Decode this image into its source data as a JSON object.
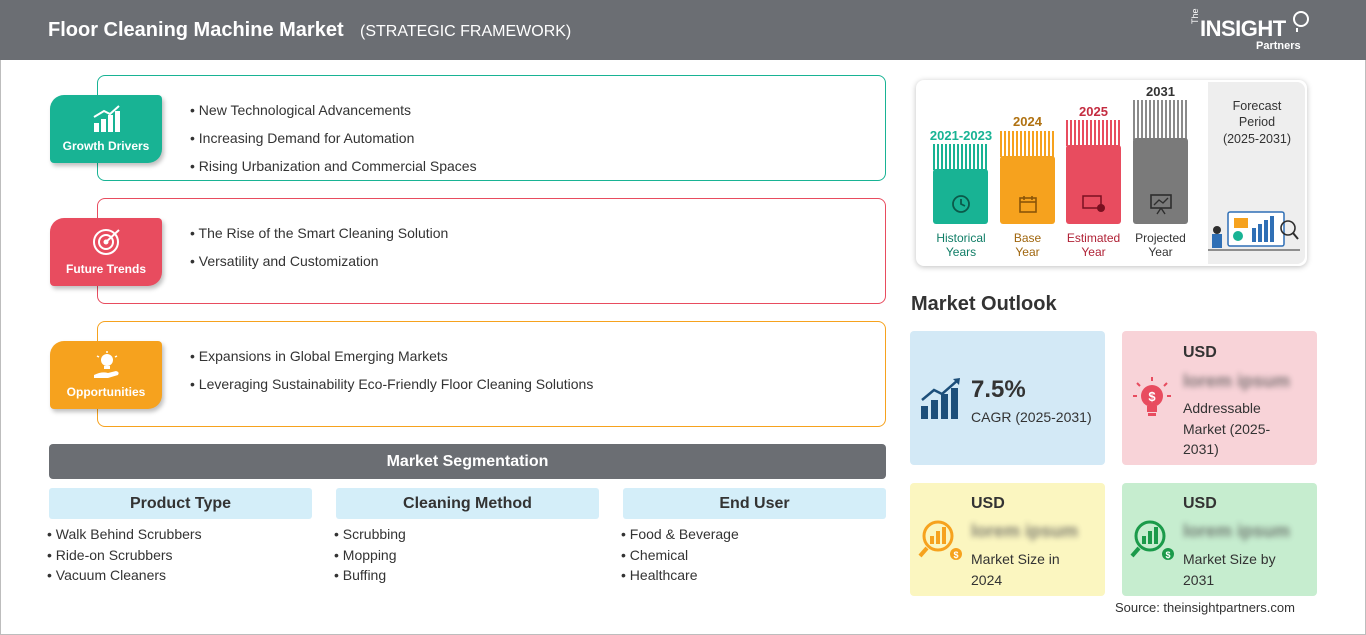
{
  "header": {
    "title": "Floor Cleaning Machine Market",
    "subtitle": "(STRATEGIC FRAMEWORK)",
    "logo": {
      "the": "The",
      "insight": "INSIGHT",
      "partners": "Partners"
    }
  },
  "framework": [
    {
      "label": "Growth Drivers",
      "color": "#18b394",
      "icon": "growth-chart-icon",
      "items": [
        "New Technological Advancements",
        "Increasing Demand for Automation",
        "Rising Urbanization and Commercial Spaces"
      ]
    },
    {
      "label": "Future Trends",
      "color": "#e84c5f",
      "icon": "target-icon",
      "items": [
        "The Rise of the Smart Cleaning Solution",
        "Versatility and Customization"
      ]
    },
    {
      "label": "Opportunities",
      "color": "#f6a21e",
      "icon": "lightbulb-hand-icon",
      "items": [
        "Expansions in Global Emerging Markets",
        "Leveraging Sustainability Eco-Friendly Floor Cleaning Solutions"
      ]
    }
  ],
  "segmentation": {
    "title": "Market Segmentation",
    "columns": [
      {
        "title": "Product Type",
        "items": [
          "Walk Behind Scrubbers",
          "Ride-on Scrubbers",
          "Vacuum Cleaners"
        ]
      },
      {
        "title": "Cleaning Method",
        "items": [
          "Scrubbing",
          "Mopping",
          "Buffing"
        ]
      },
      {
        "title": "End User",
        "items": [
          "Food & Beverage",
          "Chemical",
          "Healthcare"
        ]
      }
    ]
  },
  "timeline": {
    "periods": [
      {
        "year": "2021-2023",
        "label": [
          "Historical",
          "Years"
        ],
        "color": "#18b394",
        "icon": "history-clock-icon"
      },
      {
        "year": "2024",
        "label": [
          "Base",
          "Year"
        ],
        "color": "#f6a21e",
        "icon": "calendar-icon"
      },
      {
        "year": "2025",
        "label": [
          "Estimated",
          "Year"
        ],
        "color": "#e84c5f",
        "icon": "gear-chart-icon"
      },
      {
        "year": "2031",
        "label": [
          "Projected",
          "Year"
        ],
        "color": "#7a7a7a",
        "icon": "presentation-icon"
      }
    ],
    "forecast": [
      "Forecast",
      "Period",
      "(2025-2031)"
    ]
  },
  "outlook": {
    "title": "Market Outlook",
    "cagr": {
      "value": "7.5%",
      "label": "CAGR (2025-2031)",
      "color": "#d3e9f6"
    },
    "addressable": {
      "usd": "USD",
      "value": "lorem ipsum",
      "label": [
        "Addressable",
        "Market (2025-",
        "2031)"
      ],
      "color": "#f8d3d8"
    },
    "size_2024": {
      "usd": "USD",
      "value": "lorem ipsum",
      "label": [
        "Market Size in",
        "2024"
      ],
      "color": "#fbf6c0"
    },
    "size_2031": {
      "usd": "USD",
      "value": "lorem ipsum",
      "label": [
        "Market Size by",
        "2031"
      ],
      "color": "#c6edcf"
    }
  },
  "source": "Source: theinsightpartners.com"
}
